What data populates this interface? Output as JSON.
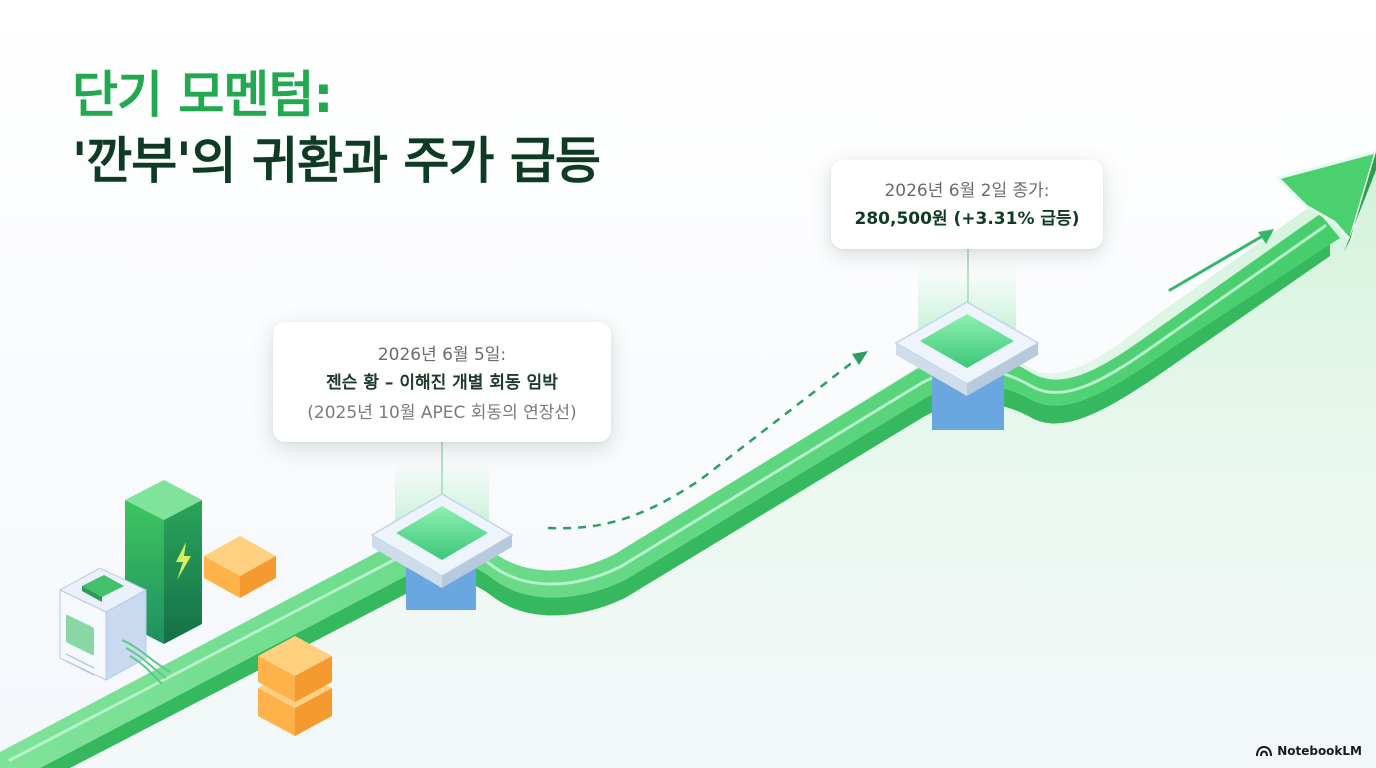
{
  "title": {
    "line1": "단기 모멘텀:",
    "line2": "'깐부'의 귀환과 주가 급등"
  },
  "callout_meeting": {
    "date": "2026년 6월 5일:",
    "event": "젠슨 황 – 이해진 개별 회동 임박",
    "note": "(2025년 10월 APEC 회동의 연장선)"
  },
  "callout_close": {
    "date": "2026년 6월 2일 종가:",
    "price": "280,500원 (+3.31% 급등)"
  },
  "brand": {
    "label": "NotebookLM",
    "icon": "notebooklm-logo-icon"
  },
  "colors": {
    "accent_green": "#22a84f",
    "dark_green": "#0f3b25",
    "path_green": "#3fcf6a",
    "block_orange": "#ffb34d",
    "server_blue": "#cfe0f5"
  }
}
